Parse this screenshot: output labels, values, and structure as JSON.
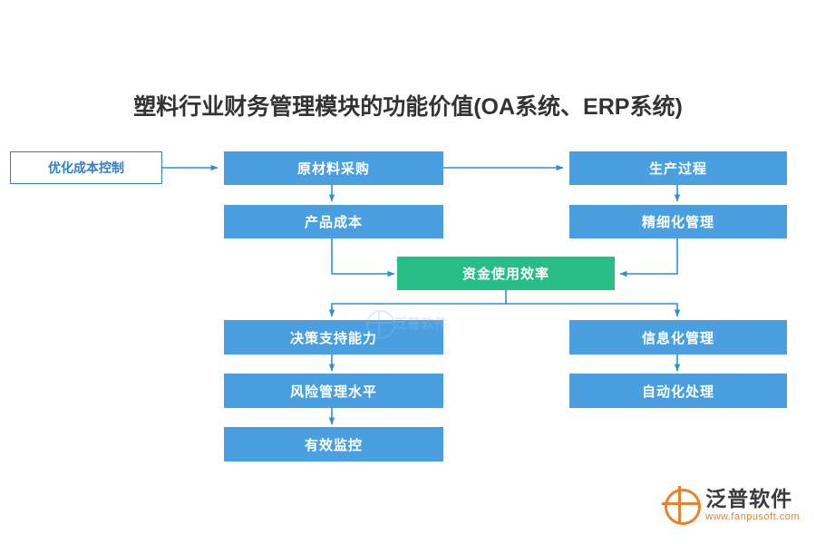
{
  "title": "塑料行业财务管理模块的功能价值(OA系统、ERP系统)",
  "nodes": {
    "cost_control": "优化成本控制",
    "raw_material": "原材料采购",
    "production": "生产过程",
    "product_cost": "产品成本",
    "refined_mgmt": "精细化管理",
    "fund_efficiency": "资金使用效率",
    "decision_support": "决策支持能力",
    "info_mgmt": "信息化管理",
    "risk_mgmt": "风险管理水平",
    "automation": "自动化处理",
    "monitoring": "有效监控"
  },
  "colors": {
    "blue": "#4a9fe0",
    "green": "#26bd86",
    "outline_border": "#2f7fc6",
    "arrow": "#2f8fd0",
    "title_text": "#333333",
    "logo_orange": "#e8812a"
  },
  "watermark": {
    "center_text": "泛普软件"
  },
  "logo": {
    "cn": "泛普软件",
    "en": "www.fanpusoft.com"
  }
}
